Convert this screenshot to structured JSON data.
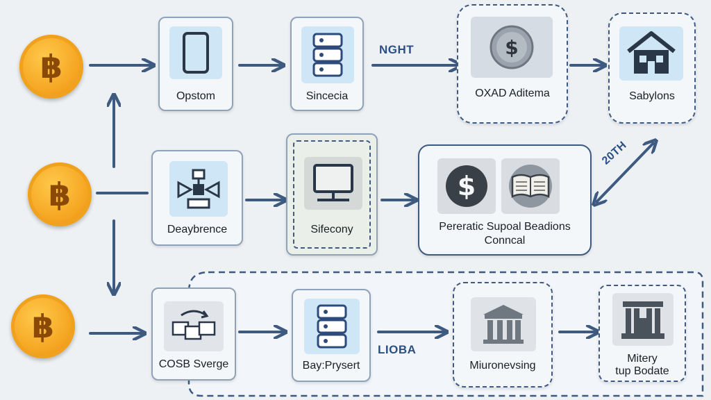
{
  "coins": {
    "symbol": "฿"
  },
  "row1": {
    "box1_label": "Opstom",
    "box2_label": "Sincecia",
    "flow_label": "NGHT",
    "box3_label": "OXAD Aditema",
    "box4_label": "Sabylons"
  },
  "row2": {
    "box1_label": "Deaybrence",
    "box2_label": "Sifecony",
    "box3_label_line1": "Pereratic Supoal Beadions",
    "box3_label_line2": "Conncal",
    "diag_label": "20TH"
  },
  "row3": {
    "box1_label": "COSB Sverge",
    "box2_label": "Bay:Prysert",
    "flow_label": "LIOBA",
    "box3_label": "Miuronevsing",
    "box4_label_line1": "Mitery",
    "box4_label_line2": "tup Bodate"
  },
  "colors": {
    "arrow": "#3e5a80",
    "coin": "#f5a623",
    "tile": "#cfe6f6"
  }
}
